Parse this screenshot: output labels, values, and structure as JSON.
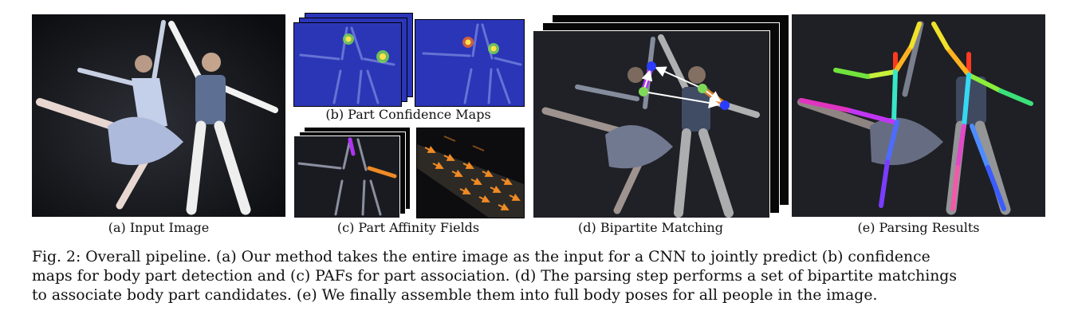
{
  "panels": {
    "a_label": "(a) Input Image",
    "b_label": "(b) Part Confidence Maps",
    "c_label": "(c) Part Affinity Fields",
    "d_label": "(d) Bipartite Matching",
    "e_label": "(e) Parsing Results"
  },
  "caption": {
    "line1": "Fig. 2: Overall pipeline. (a) Our method takes the entire image as the input for a CNN to jointly predict (b) confidence",
    "line2": "maps for body part detection and (c) PAFs for part association. (d) The parsing step performs a set of bipartite matchings",
    "line3": "to associate body part candidates. (e) We finally assemble them into full body poses for all people in the image."
  },
  "colors": {
    "confidence_bg": "#2a35b8",
    "heat_peak": "#ffe24a",
    "paf_arrow": "#f08a24",
    "match_blue": "#2a3cff",
    "match_green": "#7ed957",
    "limb_purple": "#b034f5"
  }
}
